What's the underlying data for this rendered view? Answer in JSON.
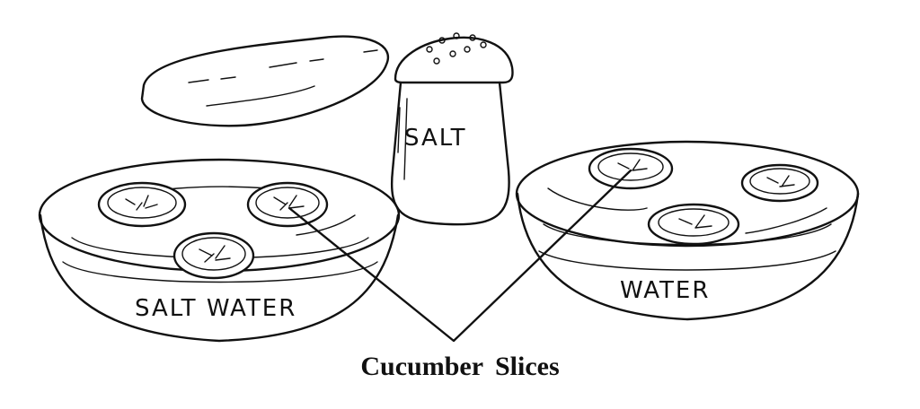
{
  "labels": {
    "salt_shaker": "SALT",
    "left_bowl": "SALT WATER",
    "right_bowl": "WATER",
    "caption": "Cucumber Slices"
  }
}
